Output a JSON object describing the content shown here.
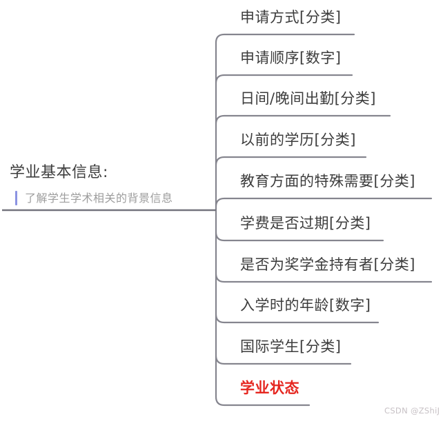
{
  "map": {
    "root": {
      "title": "学业基本信息:",
      "note": "了解学生学术相关的背景信息"
    },
    "branches": [
      {
        "label": "申请方式[分类]",
        "highlight": false
      },
      {
        "label": "申请顺序[数字]",
        "highlight": false
      },
      {
        "label": "日间/晚间出勤[分类]",
        "highlight": false
      },
      {
        "label": "以前的学历[分类]",
        "highlight": false
      },
      {
        "label": "教育方面的特殊需要[分类]",
        "highlight": false
      },
      {
        "label": "学费是否过期[分类]",
        "highlight": false
      },
      {
        "label": "是否为奖学金持有者[分类]",
        "highlight": false
      },
      {
        "label": "入学时的年龄[数字]",
        "highlight": false
      },
      {
        "label": "国际学生[分类]",
        "highlight": false
      },
      {
        "label": "学业状态",
        "highlight": true
      }
    ],
    "colors": {
      "line": "#85858e",
      "center_line": "#74747d",
      "text": "#3c3c3c",
      "highlight": "#e5261f",
      "note_text": "#9d9d9d",
      "note_bar": "#8b93e2",
      "watermark": "#c7c1c5"
    }
  },
  "watermark": {
    "text": "CSDN @ZShiJ"
  }
}
